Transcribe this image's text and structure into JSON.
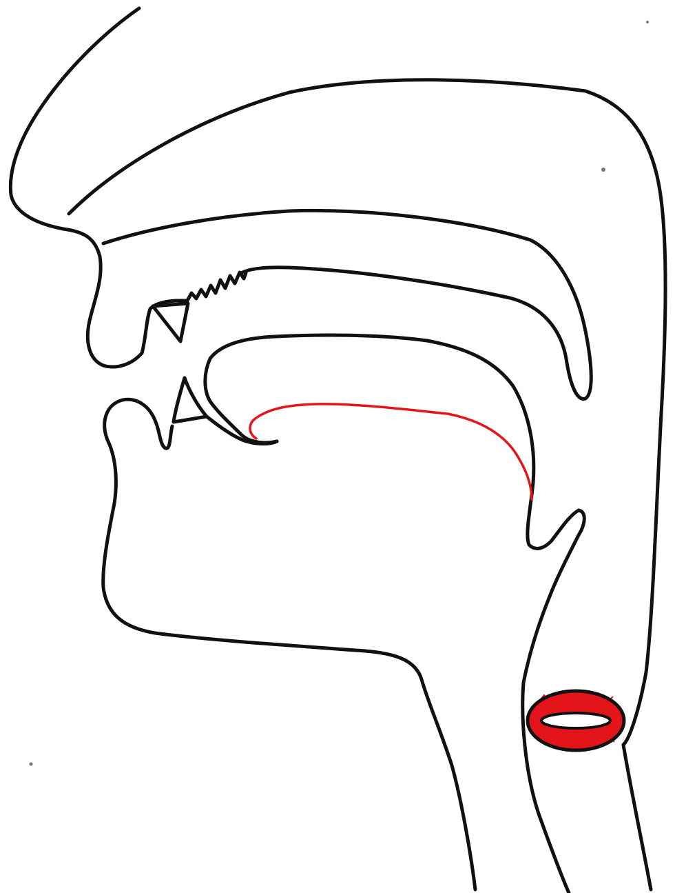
{
  "figure": {
    "type": "midsagittal vocal tract line drawing",
    "background_color": "#ffffff",
    "outline_color": "#111111",
    "highlight_color": "#e4141b",
    "highlighted_parts": [
      "tongue-surface",
      "vocal-folds"
    ]
  },
  "parts": [
    {
      "name": "nose-and-forehead-profile",
      "icon": "profile-outline"
    },
    {
      "name": "nasal-cavity",
      "icon": "cavity-outline"
    },
    {
      "name": "hard-and-soft-palate",
      "icon": "palate-outline"
    },
    {
      "name": "upper-lip",
      "icon": "lip-outline"
    },
    {
      "name": "upper-teeth",
      "icon": "tooth-outline"
    },
    {
      "name": "lower-teeth",
      "icon": "tooth-outline"
    },
    {
      "name": "lower-lip-and-chin",
      "icon": "lip-outline"
    },
    {
      "name": "tongue",
      "icon": "tongue-outline"
    },
    {
      "name": "pharynx-and-epiglottis",
      "icon": "pharynx-outline"
    },
    {
      "name": "larynx-and-vocal-folds",
      "icon": "glottis-outline"
    },
    {
      "name": "neck",
      "icon": "neck-outline"
    }
  ]
}
